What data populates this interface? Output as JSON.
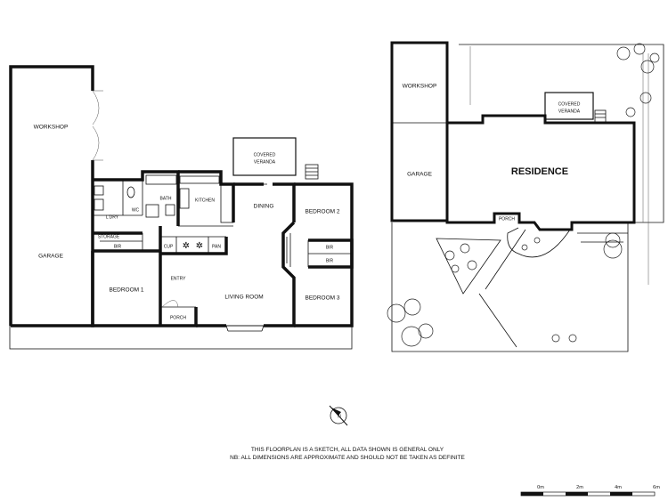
{
  "floor_plan": {
    "rooms": {
      "workshop": "WORKSHOP",
      "garage": "GARAGE",
      "laundry": "L'DRY",
      "wc": "WC",
      "bath": "BATH",
      "kitchen": "KITCHEN",
      "storage": "STORAGE",
      "bir1": "BIR",
      "bedroom1": "BEDROOM 1",
      "cup": "CUP",
      "pan": "PAN",
      "entry": "ENTRY",
      "porch": "PORCH",
      "living": "LIVING ROOM",
      "dining": "DINING",
      "covered_veranda_1": "COVERED",
      "covered_veranda_2": "VERANDA",
      "bedroom2": "BEDROOM 2",
      "bir2": "BIR",
      "bir3": "BIR",
      "bedroom3": "BEDROOM 3"
    }
  },
  "site_plan": {
    "workshop": "WORKSHOP",
    "garage": "GARAGE",
    "residence": "RESIDENCE",
    "porch": "PORCH",
    "covered_veranda_1": "COVERED",
    "covered_veranda_2": "VERANDA"
  },
  "compass": {
    "label": "N"
  },
  "disclaimer": {
    "line1": "THIS FLOORPLAN IS A SKETCH, ALL DATA SHOWN IS GENERAL ONLY",
    "line2": "NB: ALL DIMENSIONS ARE APPROXIMATE AND SHOULD NOT BE TAKEN AS DEFINITE"
  },
  "scale_bar": {
    "ticks": [
      "0m",
      "2m",
      "4m",
      "6m"
    ]
  }
}
